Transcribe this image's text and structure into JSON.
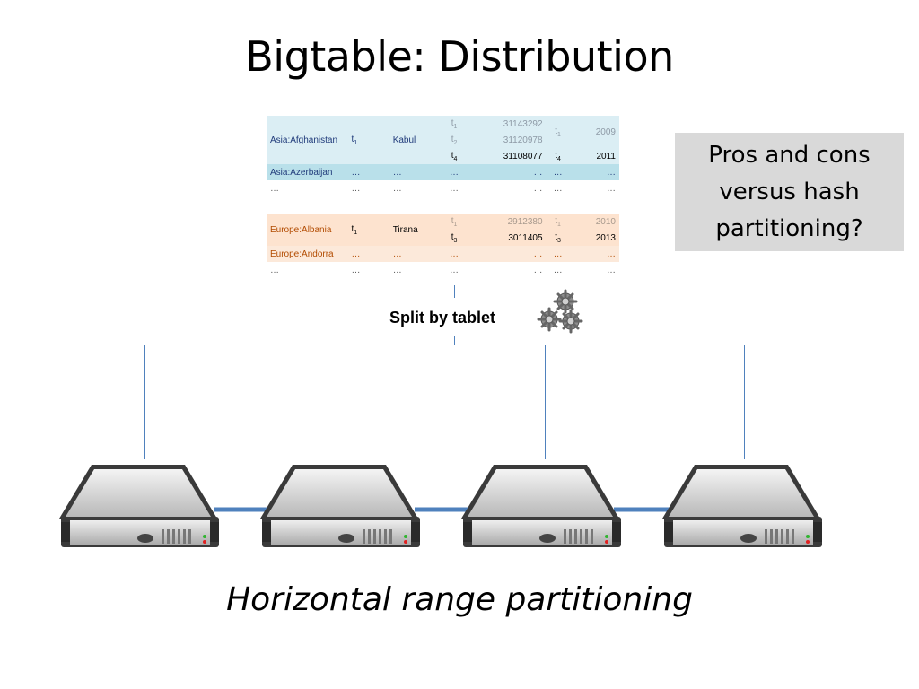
{
  "slide": {
    "title": "Bigtable: Distribution",
    "callout": "Pros and cons\nversus hash\npartitioning?",
    "split_label": "Split by tablet",
    "caption": "Horizontal range partitioning"
  },
  "tables": {
    "asia": {
      "row1": {
        "key": "Asia:Afghanistan",
        "t_col": "t",
        "t_sub": "1",
        "capital": "Kabul",
        "v1_t": "t",
        "v1_t_sub": "1",
        "v1": "31143292",
        "v2_t": "t",
        "v2_t_sub": "2",
        "v2": "31120978",
        "v3_t": "t",
        "v3_t_sub": "4",
        "v3": "31108077",
        "y1_t": "t",
        "y1_t_sub": "1",
        "y1": "2009",
        "y2_t": "t",
        "y2_t_sub": "4",
        "y2": "2011"
      },
      "row2": {
        "key": "Asia:Azerbaijan",
        "c1": "…",
        "c2": "…",
        "c3": "…",
        "c4": "…",
        "c5": "…",
        "c6": "…"
      },
      "row3": {
        "key": "…",
        "c1": "…",
        "c2": "…",
        "c3": "…",
        "c4": "…",
        "c5": "…",
        "c6": "…"
      }
    },
    "europe": {
      "row1": {
        "key": "Europe:Albania",
        "t_col": "t",
        "t_sub": "1",
        "capital": "Tirana",
        "v1_t": "t",
        "v1_t_sub": "1",
        "v1": "2912380",
        "v2_t": "t",
        "v2_t_sub": "3",
        "v2": "3011405",
        "y1_t": "t",
        "y1_t_sub": "1",
        "y1": "2010",
        "y2_t": "t",
        "y2_t_sub": "3",
        "y2": "2013"
      },
      "row2": {
        "key": "Europe:Andorra",
        "c1": "…",
        "c2": "…",
        "c3": "…",
        "c4": "…",
        "c5": "…",
        "c6": "…"
      },
      "row3": {
        "key": "…",
        "c1": "…",
        "c2": "…",
        "c3": "…",
        "c4": "…",
        "c5": "…",
        "c6": "…"
      }
    }
  },
  "icons": {
    "gears": "gears-icon",
    "server": "server-icon"
  },
  "colors": {
    "line": "#4f81bd",
    "link": "#4f81bd",
    "callout_bg": "#d9d9d9"
  }
}
